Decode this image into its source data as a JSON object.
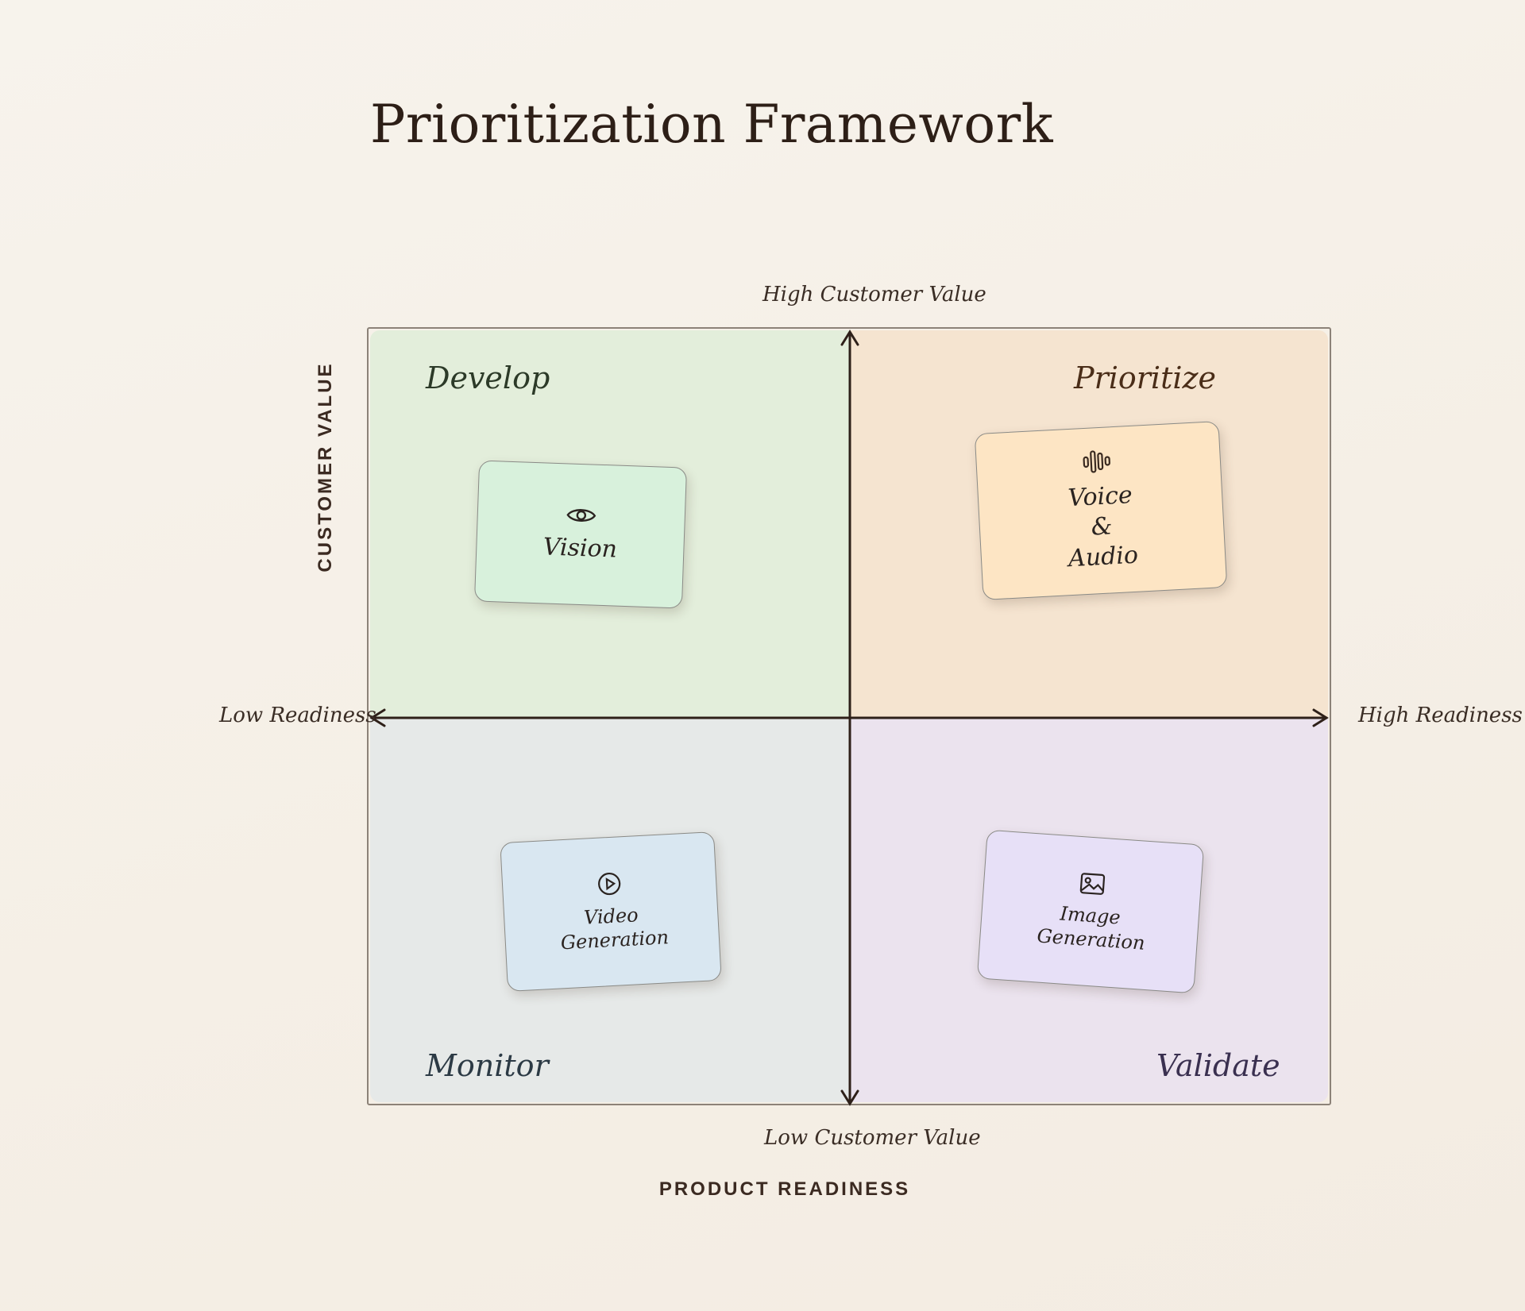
{
  "title": "Prioritization Framework",
  "axes": {
    "y_title": "CUSTOMER VALUE",
    "x_title": "PRODUCT READINESS",
    "y_high": "High Customer Value",
    "y_low": "Low Customer Value",
    "x_low": "Low Readiness",
    "x_high": "High Readiness"
  },
  "quadrants": {
    "top_left": {
      "label": "Develop",
      "color": "#e3eedb",
      "text_color": "#2c3a28"
    },
    "top_right": {
      "label": "Prioritize",
      "color": "#f5e4d0",
      "text_color": "#4a2d18"
    },
    "bottom_left": {
      "label": "Monitor",
      "color": "#e6e9e8",
      "text_color": "#2c3a45"
    },
    "bottom_right": {
      "label": "Validate",
      "color": "#ebe3ee",
      "text_color": "#3a3050"
    }
  },
  "cards": [
    {
      "label": "Vision",
      "icon": "eye-icon",
      "quadrant": "Develop",
      "color": "#d8f1dc"
    },
    {
      "label": "Voice & Audio",
      "icon": "audio-waveform-icon",
      "quadrant": "Prioritize",
      "color": "#fde5c4"
    },
    {
      "label": "Video Generation",
      "icon": "play-circle-icon",
      "quadrant": "Monitor",
      "color": "#d9e7f1"
    },
    {
      "label": "Image Generation",
      "icon": "image-icon",
      "quadrant": "Validate",
      "color": "#e7e0f7"
    }
  ]
}
